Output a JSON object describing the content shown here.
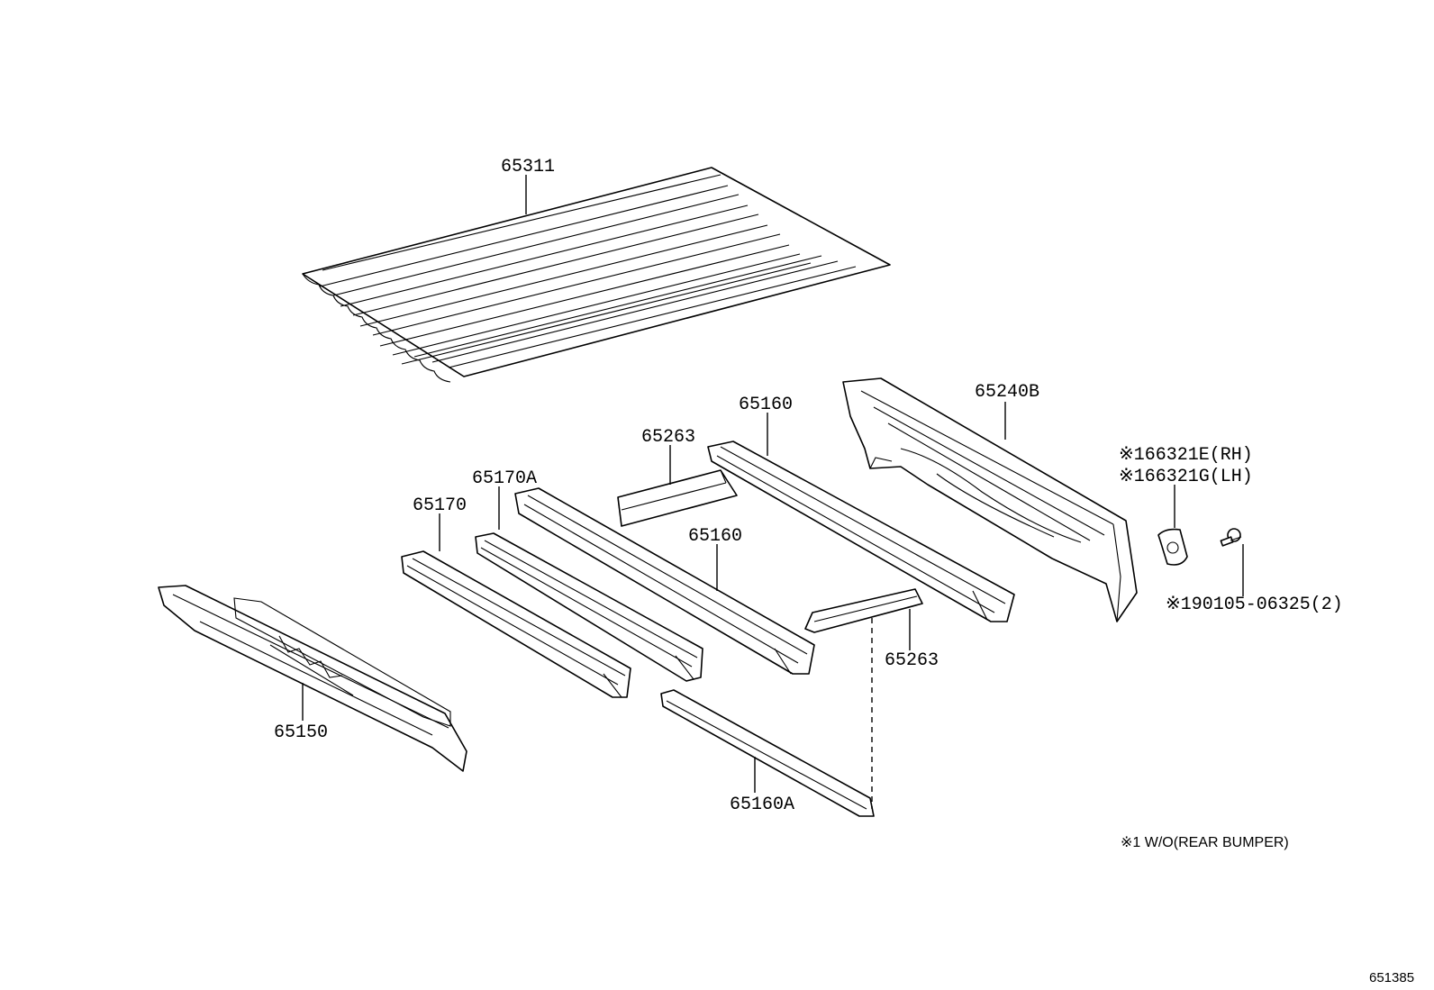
{
  "labels": {
    "p65311": "65311",
    "p65240B": "65240B",
    "p65160_top": "65160",
    "p65263_top": "65263",
    "p66321E": "※166321E(RH)",
    "p66321G": "※166321G(LH)",
    "p65170A": "65170A",
    "p65170": "65170",
    "p65160_mid": "65160",
    "p90105": "※190105-06325(2)",
    "p65263_bottom": "65263",
    "p65150": "65150",
    "p65160A": "65160A"
  },
  "note": "※1 W/O(REAR BUMPER)",
  "diagram_ref": "651385"
}
